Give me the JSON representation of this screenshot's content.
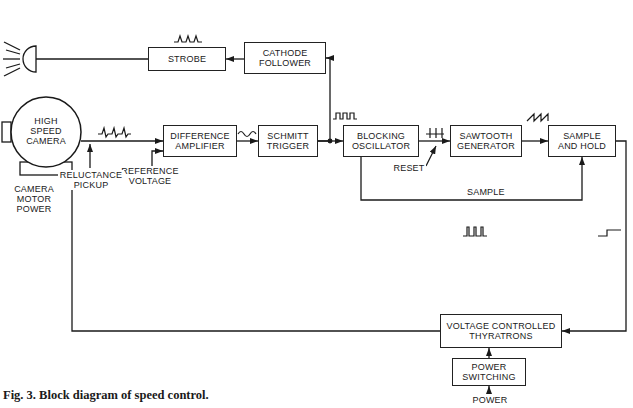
{
  "diagram": {
    "caption": "Fig. 3. Block diagram of speed control.",
    "nodes": [
      {
        "text": [
          "STROBE"
        ]
      },
      {
        "text": [
          "CATHODE FOLLOWER"
        ]
      },
      {
        "text": [
          "HIGH SPEED CAMERA"
        ]
      },
      {
        "text": [
          "DIFFERENCE AMPLIFIER"
        ]
      },
      {
        "text": [
          "SCHMITT TRIGGER"
        ]
      },
      {
        "text": [
          "BLOCKING OSCILLATOR"
        ]
      },
      {
        "text": [
          "SAWTOOTH GENERATOR"
        ]
      },
      {
        "text": [
          "SAMPLE AND HOLD"
        ]
      },
      {
        "text": [
          "VOLTAGE CONTROLLED THYRATRONS"
        ]
      },
      {
        "text": [
          "POWER SWITCHING"
        ]
      }
    ],
    "edges": [
      {
        "from": 2,
        "to": 3,
        "arrow": "to"
      },
      {
        "from": 3,
        "to": 4,
        "arrow": "to"
      },
      {
        "from": 4,
        "to": 5,
        "arrow": "to"
      },
      {
        "from": 4,
        "to": 1,
        "arrow": "to"
      },
      {
        "from": 5,
        "to": 6,
        "arrow": "to"
      },
      {
        "from": 5,
        "to": 7,
        "label": "SAMPLE",
        "arrow": "to"
      },
      {
        "from": 6,
        "to": 7,
        "arrow": "to"
      },
      {
        "from": 1,
        "to": 0,
        "arrow": "to"
      },
      {
        "from": 7,
        "to": 8,
        "arrow": "to"
      },
      {
        "from": 8,
        "to": 2,
        "arrow": "to"
      },
      {
        "from": 9,
        "to": 8,
        "arrow": "to"
      }
    ],
    "labels": [
      "REFERENCE VOLTAGE",
      "RELUCTANCE PICKUP",
      "CAMERA MOTOR POWER",
      "RESET",
      "POWER"
    ]
  }
}
